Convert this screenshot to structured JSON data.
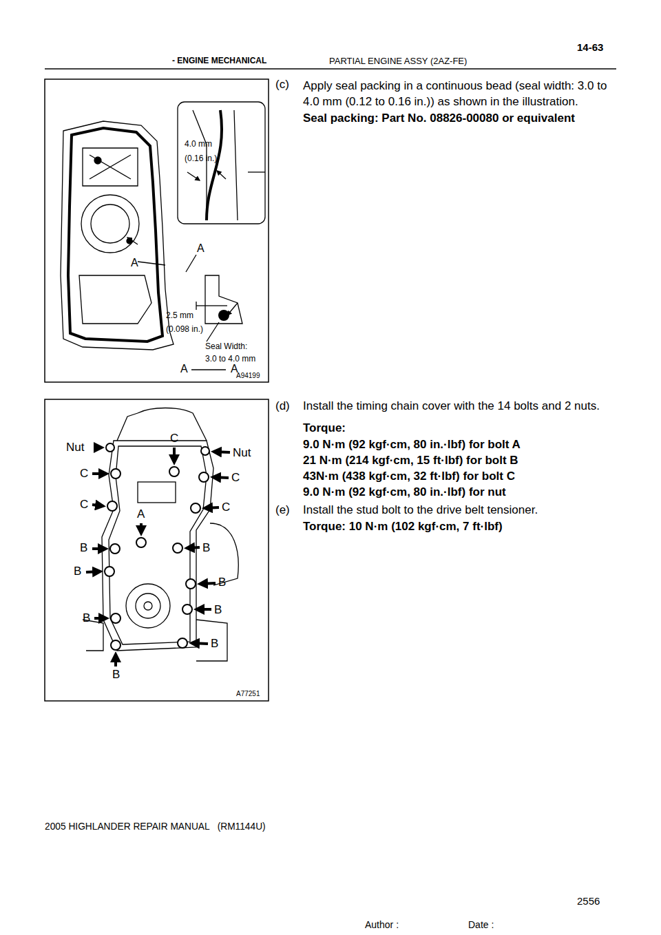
{
  "diagram": {
    "labels": [
      "- ENGINE MECHANICAL",
      "PARTIAL ENGINE ASSY (2AZ-FE)",
      "14-63",
      "4.0 mm",
      "(0.16 in.)",
      "A",
      "A",
      "2.5 mm",
      "(0.098 in.)",
      "Seal Width:",
      "3.0 to 4.0 mm",
      "A",
      "A",
      "A94199",
      "(c)",
      "Apply seal packing in a continuous bead (seal width: 3.0 to 4.0 mm (0.12 to 0.16 in.)) as shown in the illustration.",
      "Seal packing: Part No. 08826-00080 or equivalent",
      "Nut",
      "C",
      "Nut",
      "C",
      "C",
      "C",
      "C",
      "A",
      "B",
      "B",
      "B",
      "B",
      "B",
      "B",
      "B",
      "B",
      "A77251",
      "(d)",
      "Install the timing chain cover with the 14 bolts and 2 nuts.",
      "Torque:",
      "9.0 N·m (92 kgf·cm, 80 in.·lbf) for bolt A",
      "21 N·m (214 kgf·cm, 15 ft·lbf) for bolt B",
      "43N·m (438 kgf·cm, 32 ft·lbf) for bolt C",
      "9.0 N·m (92 kgf·cm, 80 in.·lbf) for nut",
      "(e)",
      "Install the stud bolt to the drive belt tensioner.",
      "Torque: 10 N·m (102 kgf·cm, 7 ft·lbf)",
      "2005 HIGHLANDER REPAIR MANUAL   (RM1144U)",
      "Author :",
      "Date :",
      "2556"
    ]
  }
}
